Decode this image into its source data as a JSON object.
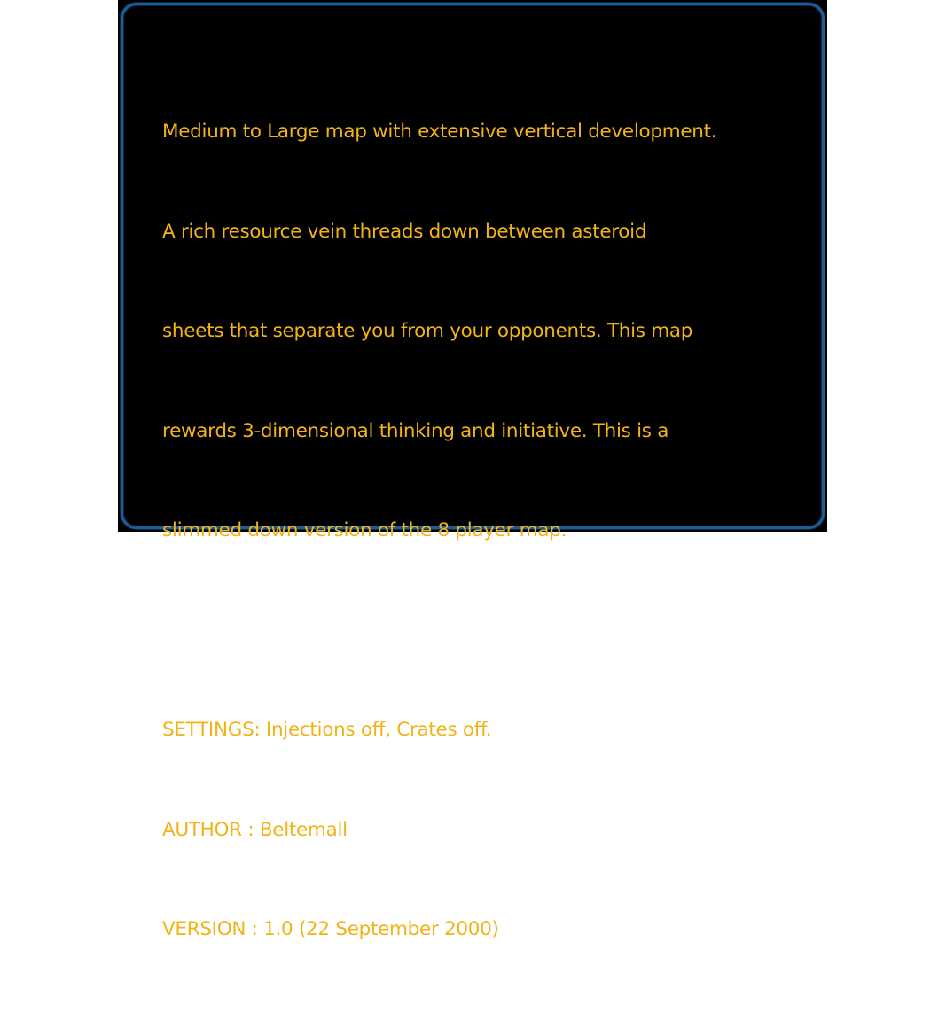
{
  "briefing": {
    "description_lines": [
      "Medium to Large map with extensive vertical development.",
      "A rich resource vein threads down between asteroid",
      "sheets that separate you from your opponents. This map",
      "rewards 3-dimensional thinking and initiative. This is a",
      "slimmed down version of the 8 player map."
    ],
    "settings": "SETTINGS: Injections off, Crates off.",
    "author": "AUTHOR : Beltemall",
    "version": "VERSION : 1.0 (22 September 2000)"
  },
  "colors": {
    "text": "#f2b318",
    "border": "#1f5c94",
    "panel_background": "#000000",
    "page_background": "#ffffff"
  }
}
